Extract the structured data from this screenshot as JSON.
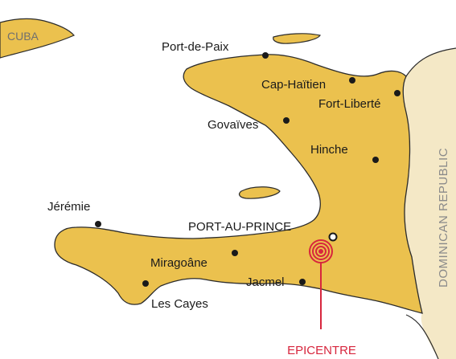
{
  "colors": {
    "land": "#EBC14E",
    "land_stroke": "#2b2b2b",
    "neighbor": "#F4E8C6",
    "epicentre": "#D7263D",
    "dot": "#1a1a1a"
  },
  "labels": {
    "cuba": "CUBA",
    "dominican_republic": "DOMINICAN REPUBLIC",
    "epicentre": "EPICENTRE"
  },
  "capital": {
    "name": "PORT-AU-PRINCE",
    "marker": "open-circle-icon"
  },
  "cities": [
    {
      "id": "port-de-paix",
      "name": "Port-de-Paix"
    },
    {
      "id": "cap-haitien",
      "name": "Cap-Haïtien"
    },
    {
      "id": "fort-liberte",
      "name": "Fort-Liberté"
    },
    {
      "id": "gonaives",
      "name": "Govaïves"
    },
    {
      "id": "hinche",
      "name": "Hinche"
    },
    {
      "id": "jeremie",
      "name": "Jérémie"
    },
    {
      "id": "miragoane",
      "name": "Miragoâne"
    },
    {
      "id": "jacmel",
      "name": "Jacmel"
    },
    {
      "id": "les-cayes",
      "name": "Les Cayes"
    }
  ],
  "epicentre_marker": "target-icon"
}
